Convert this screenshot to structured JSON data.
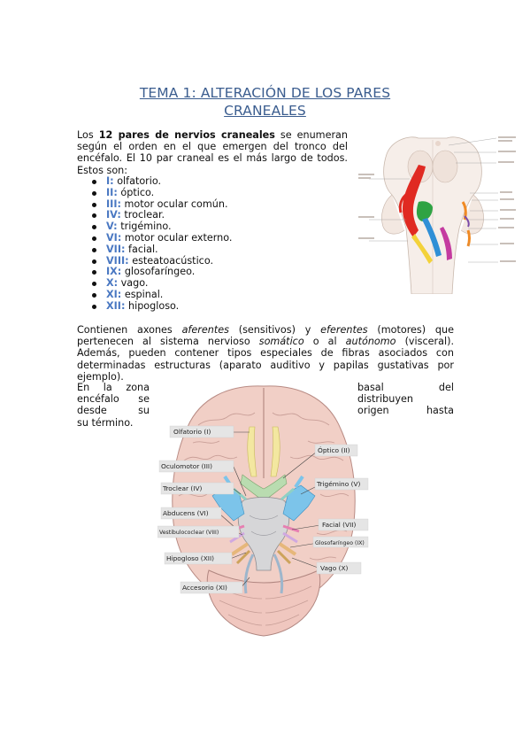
{
  "title": {
    "line1": "TEMA 1: ALTERACIÓN DE LOS PARES",
    "line2": "CRANEALES"
  },
  "intro": {
    "pre": "Los ",
    "bold": "12 pares de nervios craneales",
    "post": " se enumeran según el orden en el que emergen del tronco del encéfalo. El 10 par craneal es el más largo de todos. Estos son:"
  },
  "nerves": [
    {
      "num": "I:",
      "name": "olfatorio."
    },
    {
      "num": "II:",
      "name": "óptico."
    },
    {
      "num": "III:",
      "name": "motor ocular común."
    },
    {
      "num": "IV:",
      "name": "troclear."
    },
    {
      "num": "V:",
      "name": "trigémino."
    },
    {
      "num": "VI:",
      "name": "motor ocular externo."
    },
    {
      "num": "VII:",
      "name": "facial."
    },
    {
      "num": "VIII:",
      "name": "esteatoacústico."
    },
    {
      "num": "IX:",
      "name": "glosofaríngeo."
    },
    {
      "num": "X:",
      "name": "vago."
    },
    {
      "num": "XI:",
      "name": "espinal."
    },
    {
      "num": "XII:",
      "name": "hipogloso."
    }
  ],
  "para2": {
    "t1": "Contienen axones ",
    "i1": "aferentes",
    "t2": " (sensitivos) y ",
    "i2": "eferentes",
    "t3": " (motores) que pertenecen al sistema nervioso ",
    "i3": "somático",
    "t4": " o al ",
    "i4": "autónomo",
    "t5": " (visceral). Además, pueden contener tipos especiales de fibras asociados con determinadas estructuras (aparato auditivo y papilas gustativas por ejemplo)."
  },
  "zona": {
    "l1a": "En",
    "l1b": "la",
    "l1c": "zona",
    "l2": "encéfalo",
    "l2b": "se",
    "l3a": "desde",
    "l3b": "su",
    "l4": "su término.",
    "r1a": "basal",
    "r1b": "del",
    "r2": "distribuyen",
    "r3a": "origen",
    "r3b": "hasta"
  },
  "brain_labels": {
    "olfatorio": "Olfatorio (I)",
    "optico": "Óptico (II)",
    "oculomotor": "Oculomotor (III)",
    "troclear": "Troclear (IV)",
    "trigemino": "Trigémino (V)",
    "abducens": "Abducens (VI)",
    "vestibulococlear": "Vestibulococlear (VIII)",
    "facial": "Facial (VII)",
    "glosofaringeo": "Glosofaríngeo (IX)",
    "hipogloso": "Hipogloso (XII)",
    "vago": "Vago (X)",
    "accesorio": "Accesorio (XI)"
  },
  "colors": {
    "title": "#3b5d8f",
    "numeral": "#4a78c2"
  }
}
